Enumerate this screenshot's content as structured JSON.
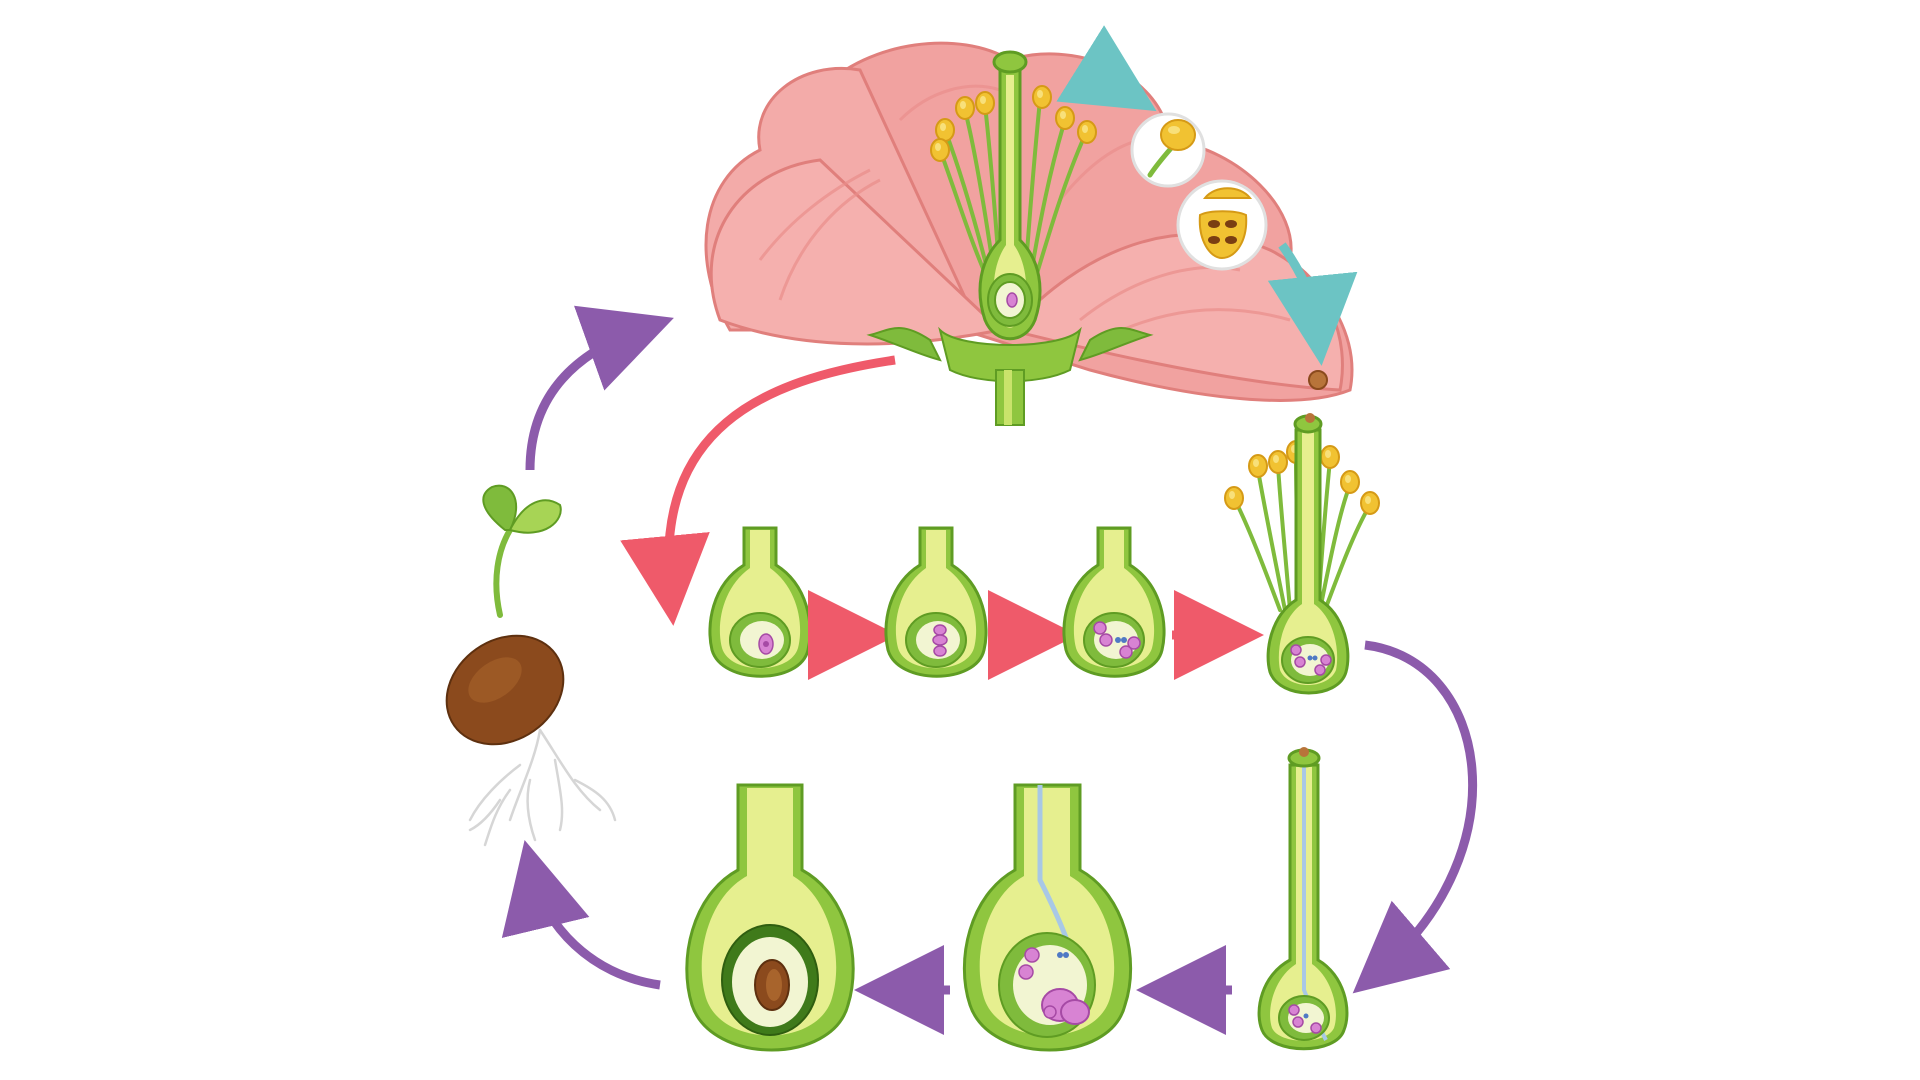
{
  "diagram": {
    "title": "",
    "labels": [],
    "stages": [
      {
        "id": "flower",
        "icon": "flower-cross-section-icon"
      },
      {
        "id": "anther-detail",
        "icon": "anther-closeup-icon"
      },
      {
        "id": "pollen-sac-detail",
        "icon": "pollen-sac-icon"
      },
      {
        "id": "pollen-grain",
        "icon": "pollen-grain-icon"
      },
      {
        "id": "ovule-1",
        "icon": "ovule-mother-cell-icon"
      },
      {
        "id": "ovule-2",
        "icon": "ovule-meiosis-icon"
      },
      {
        "id": "ovule-3",
        "icon": "embryo-sac-icon"
      },
      {
        "id": "pollinated-pistil",
        "icon": "pollinated-pistil-icon"
      },
      {
        "id": "pollen-tube",
        "icon": "pollen-tube-icon"
      },
      {
        "id": "fertilization",
        "icon": "fertilization-icon"
      },
      {
        "id": "seed-in-fruit",
        "icon": "seed-in-ovary-icon"
      },
      {
        "id": "germinating-seed",
        "icon": "seedling-icon"
      }
    ]
  },
  "colors": {
    "petal": "#f3a5a3",
    "petal_dark": "#e58582",
    "green_dark": "#5f9c23",
    "green": "#8fc63f",
    "green_light": "#c9e36b",
    "yellow_green": "#e6ef8f",
    "cream": "#f2f5d2",
    "anther": "#f1c232",
    "pink_cell": "#d883d3",
    "pink_dark": "#a64aa5",
    "arrow_red": "#ef5a6a",
    "arrow_purple": "#8c5bab",
    "arrow_teal": "#6cc4c4",
    "seed": "#8b4a1d"
  }
}
